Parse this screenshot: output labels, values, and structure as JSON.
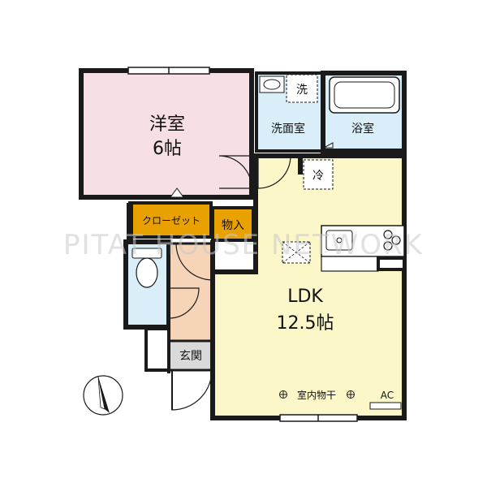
{
  "rooms": {
    "western": {
      "name": "洋室",
      "size": "6帖"
    },
    "washroom": {
      "name": "洗面室"
    },
    "washer": {
      "name": "洗"
    },
    "bath": {
      "name": "浴室"
    },
    "fridge": {
      "name": "冷"
    },
    "closet": {
      "name": "クローゼット"
    },
    "storage": {
      "name": "物入"
    },
    "ldk": {
      "name": "LDK",
      "size": "12.5帖"
    },
    "entrance": {
      "name": "玄関"
    }
  },
  "annotations": {
    "drying": "室内物干",
    "ac": "AC"
  },
  "watermark": "PITAT HOUSE NETWORK",
  "colors": {
    "wall": "#1a1a1a",
    "western": "#f6dfe5",
    "wet": "#d9eef8",
    "ldk": "#fbf7c8",
    "closet": "#e9a100",
    "hall": "#f6d4b8",
    "entrance": "#d9d9d9"
  },
  "compass": {
    "icon": "north-arrow-icon"
  }
}
